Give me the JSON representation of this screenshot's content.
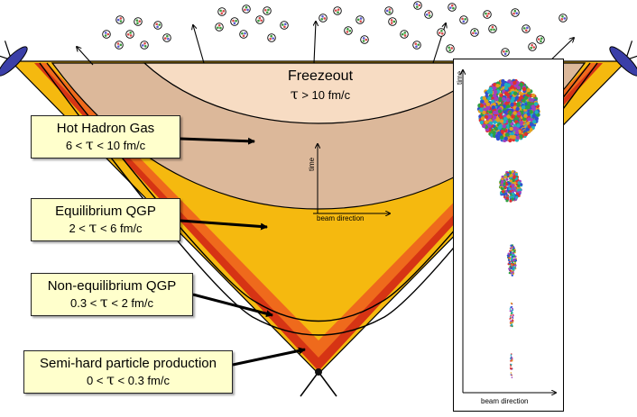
{
  "freezeout": {
    "name": "Freezeout",
    "tau_prefix": "",
    "tau_symbol": "τ",
    "tau_suffix": " > 10 fm/c"
  },
  "stages": [
    {
      "name": "Hot Hadron Gas",
      "lower": "6 < ",
      "symbol": "τ",
      "upper": " < 10 fm/c"
    },
    {
      "name": "Equilibrium QGP",
      "lower": "2 < ",
      "symbol": "τ",
      "upper": " < 6 fm/c"
    },
    {
      "name": "Non-equilibrium QGP",
      "lower": "0.3 < ",
      "symbol": "τ",
      "upper": " < 2 fm/c"
    },
    {
      "name": "Semi-hard particle production",
      "lower": "0 < ",
      "symbol": "τ",
      "upper": " < 0.3 fm/c"
    }
  ],
  "center_axes": {
    "y_label": "time",
    "x_label": "beam direction"
  },
  "panel_axes": {
    "y_label": "time",
    "x_label": "beam direction"
  },
  "colors": {
    "freezeout_region": "#f7dcc3",
    "hadron_gas_region": "#dcb89a",
    "qgp_region": "#f5b90f",
    "nonequilibrium_region": "#ef6a1c",
    "semihard_region": "#d63414",
    "box_fill": "#ffffcc",
    "detector": "#3b3fa8"
  }
}
